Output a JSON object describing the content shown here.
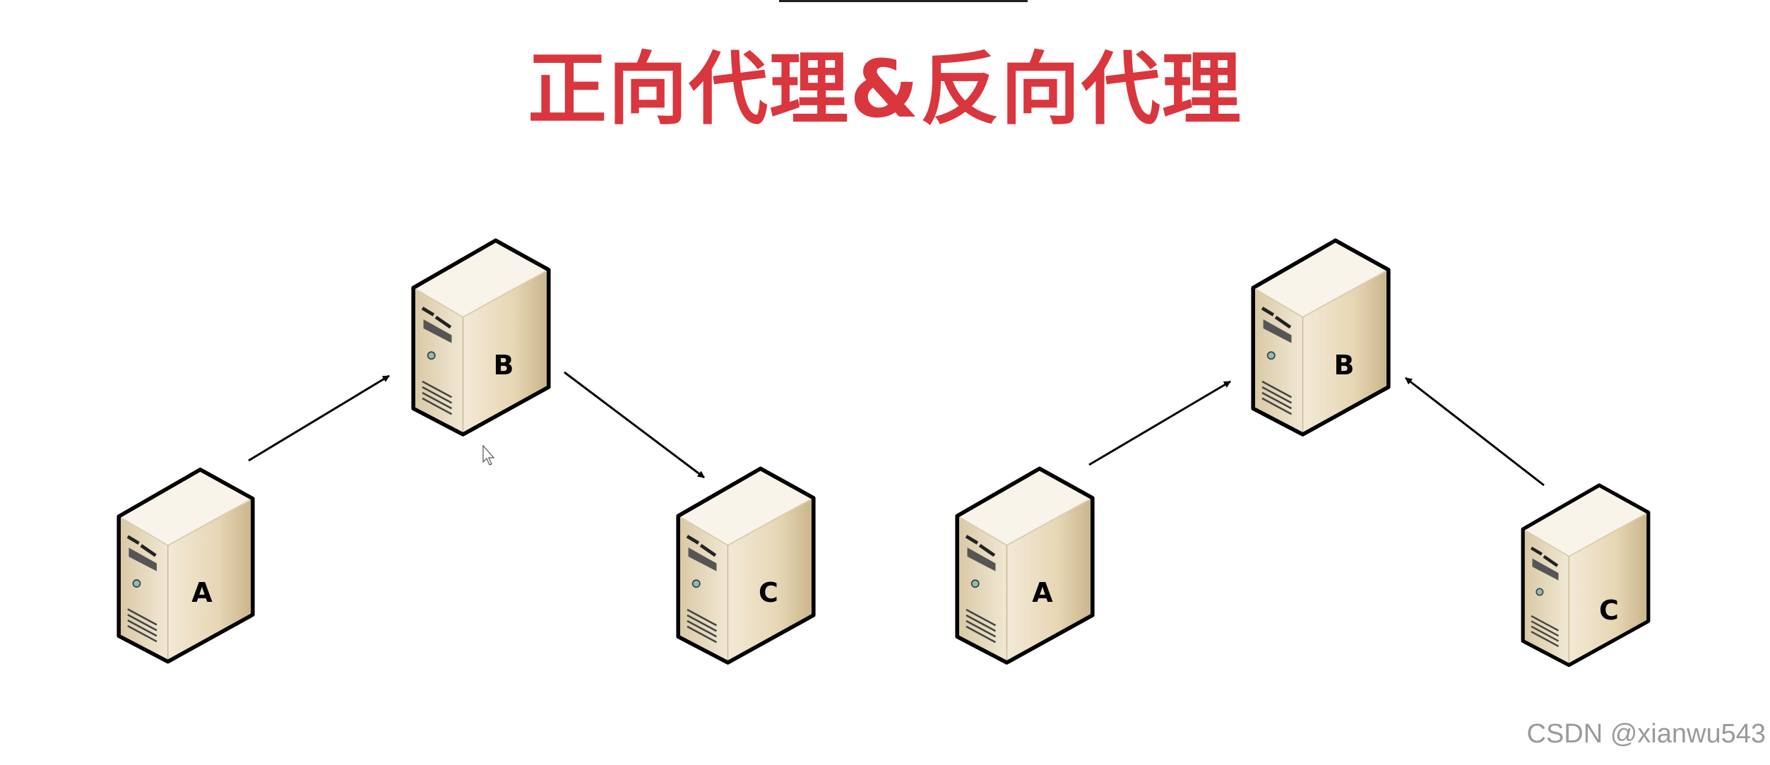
{
  "title": "正向代理&反向代理",
  "colors": {
    "title": "#d9363e",
    "server_face": "#e9dcc0",
    "server_top": "#f7f2e6"
  },
  "forward_proxy": {
    "servers": [
      {
        "label": "A"
      },
      {
        "label": "B"
      },
      {
        "label": "C"
      }
    ],
    "arrows": [
      {
        "from": "A",
        "to": "B"
      },
      {
        "from": "B",
        "to": "C"
      }
    ]
  },
  "reverse_proxy": {
    "servers": [
      {
        "label": "A"
      },
      {
        "label": "B"
      },
      {
        "label": "C"
      }
    ],
    "arrows": [
      {
        "from": "A",
        "to": "B"
      },
      {
        "from": "C",
        "to": "B"
      }
    ]
  },
  "watermark": "CSDN @xianwu543"
}
